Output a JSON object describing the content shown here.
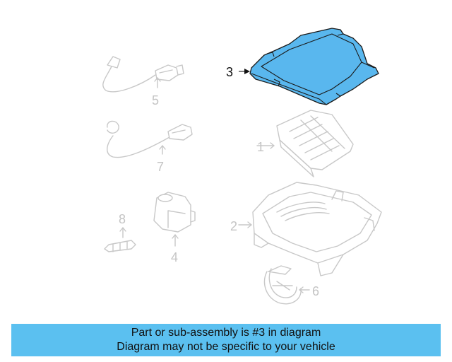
{
  "diagram": {
    "callouts": [
      {
        "id": "1",
        "label": "1",
        "highlighted": false
      },
      {
        "id": "2",
        "label": "2",
        "highlighted": false
      },
      {
        "id": "3",
        "label": "3",
        "highlighted": true
      },
      {
        "id": "4",
        "label": "4",
        "highlighted": false
      },
      {
        "id": "5",
        "label": "5",
        "highlighted": false
      },
      {
        "id": "6",
        "label": "6",
        "highlighted": false
      },
      {
        "id": "7",
        "label": "7",
        "highlighted": false
      },
      {
        "id": "8",
        "label": "8",
        "highlighted": false
      }
    ],
    "highlight_color": "#59b7ee",
    "ghost_color": "#c8c8c8"
  },
  "banner": {
    "line1": "Part or sub-assembly is #3 in diagram",
    "line2": "Diagram may not be specific to your vehicle",
    "background": "#5bc0f0"
  }
}
